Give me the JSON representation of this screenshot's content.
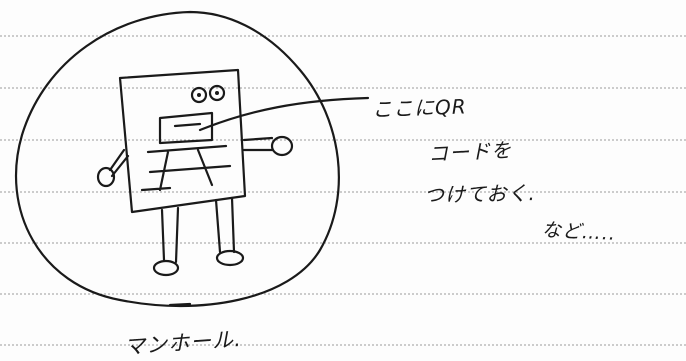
{
  "note": {
    "line1": "ここにQR",
    "line2": "コードを",
    "line3": "つけておく.",
    "etc": "など….."
  },
  "label": {
    "manhole": "マンホール."
  },
  "colors": {
    "ink": "#1a1a1a",
    "paper": "#fdfdfd",
    "rule_lines": "#9a9a9a"
  }
}
